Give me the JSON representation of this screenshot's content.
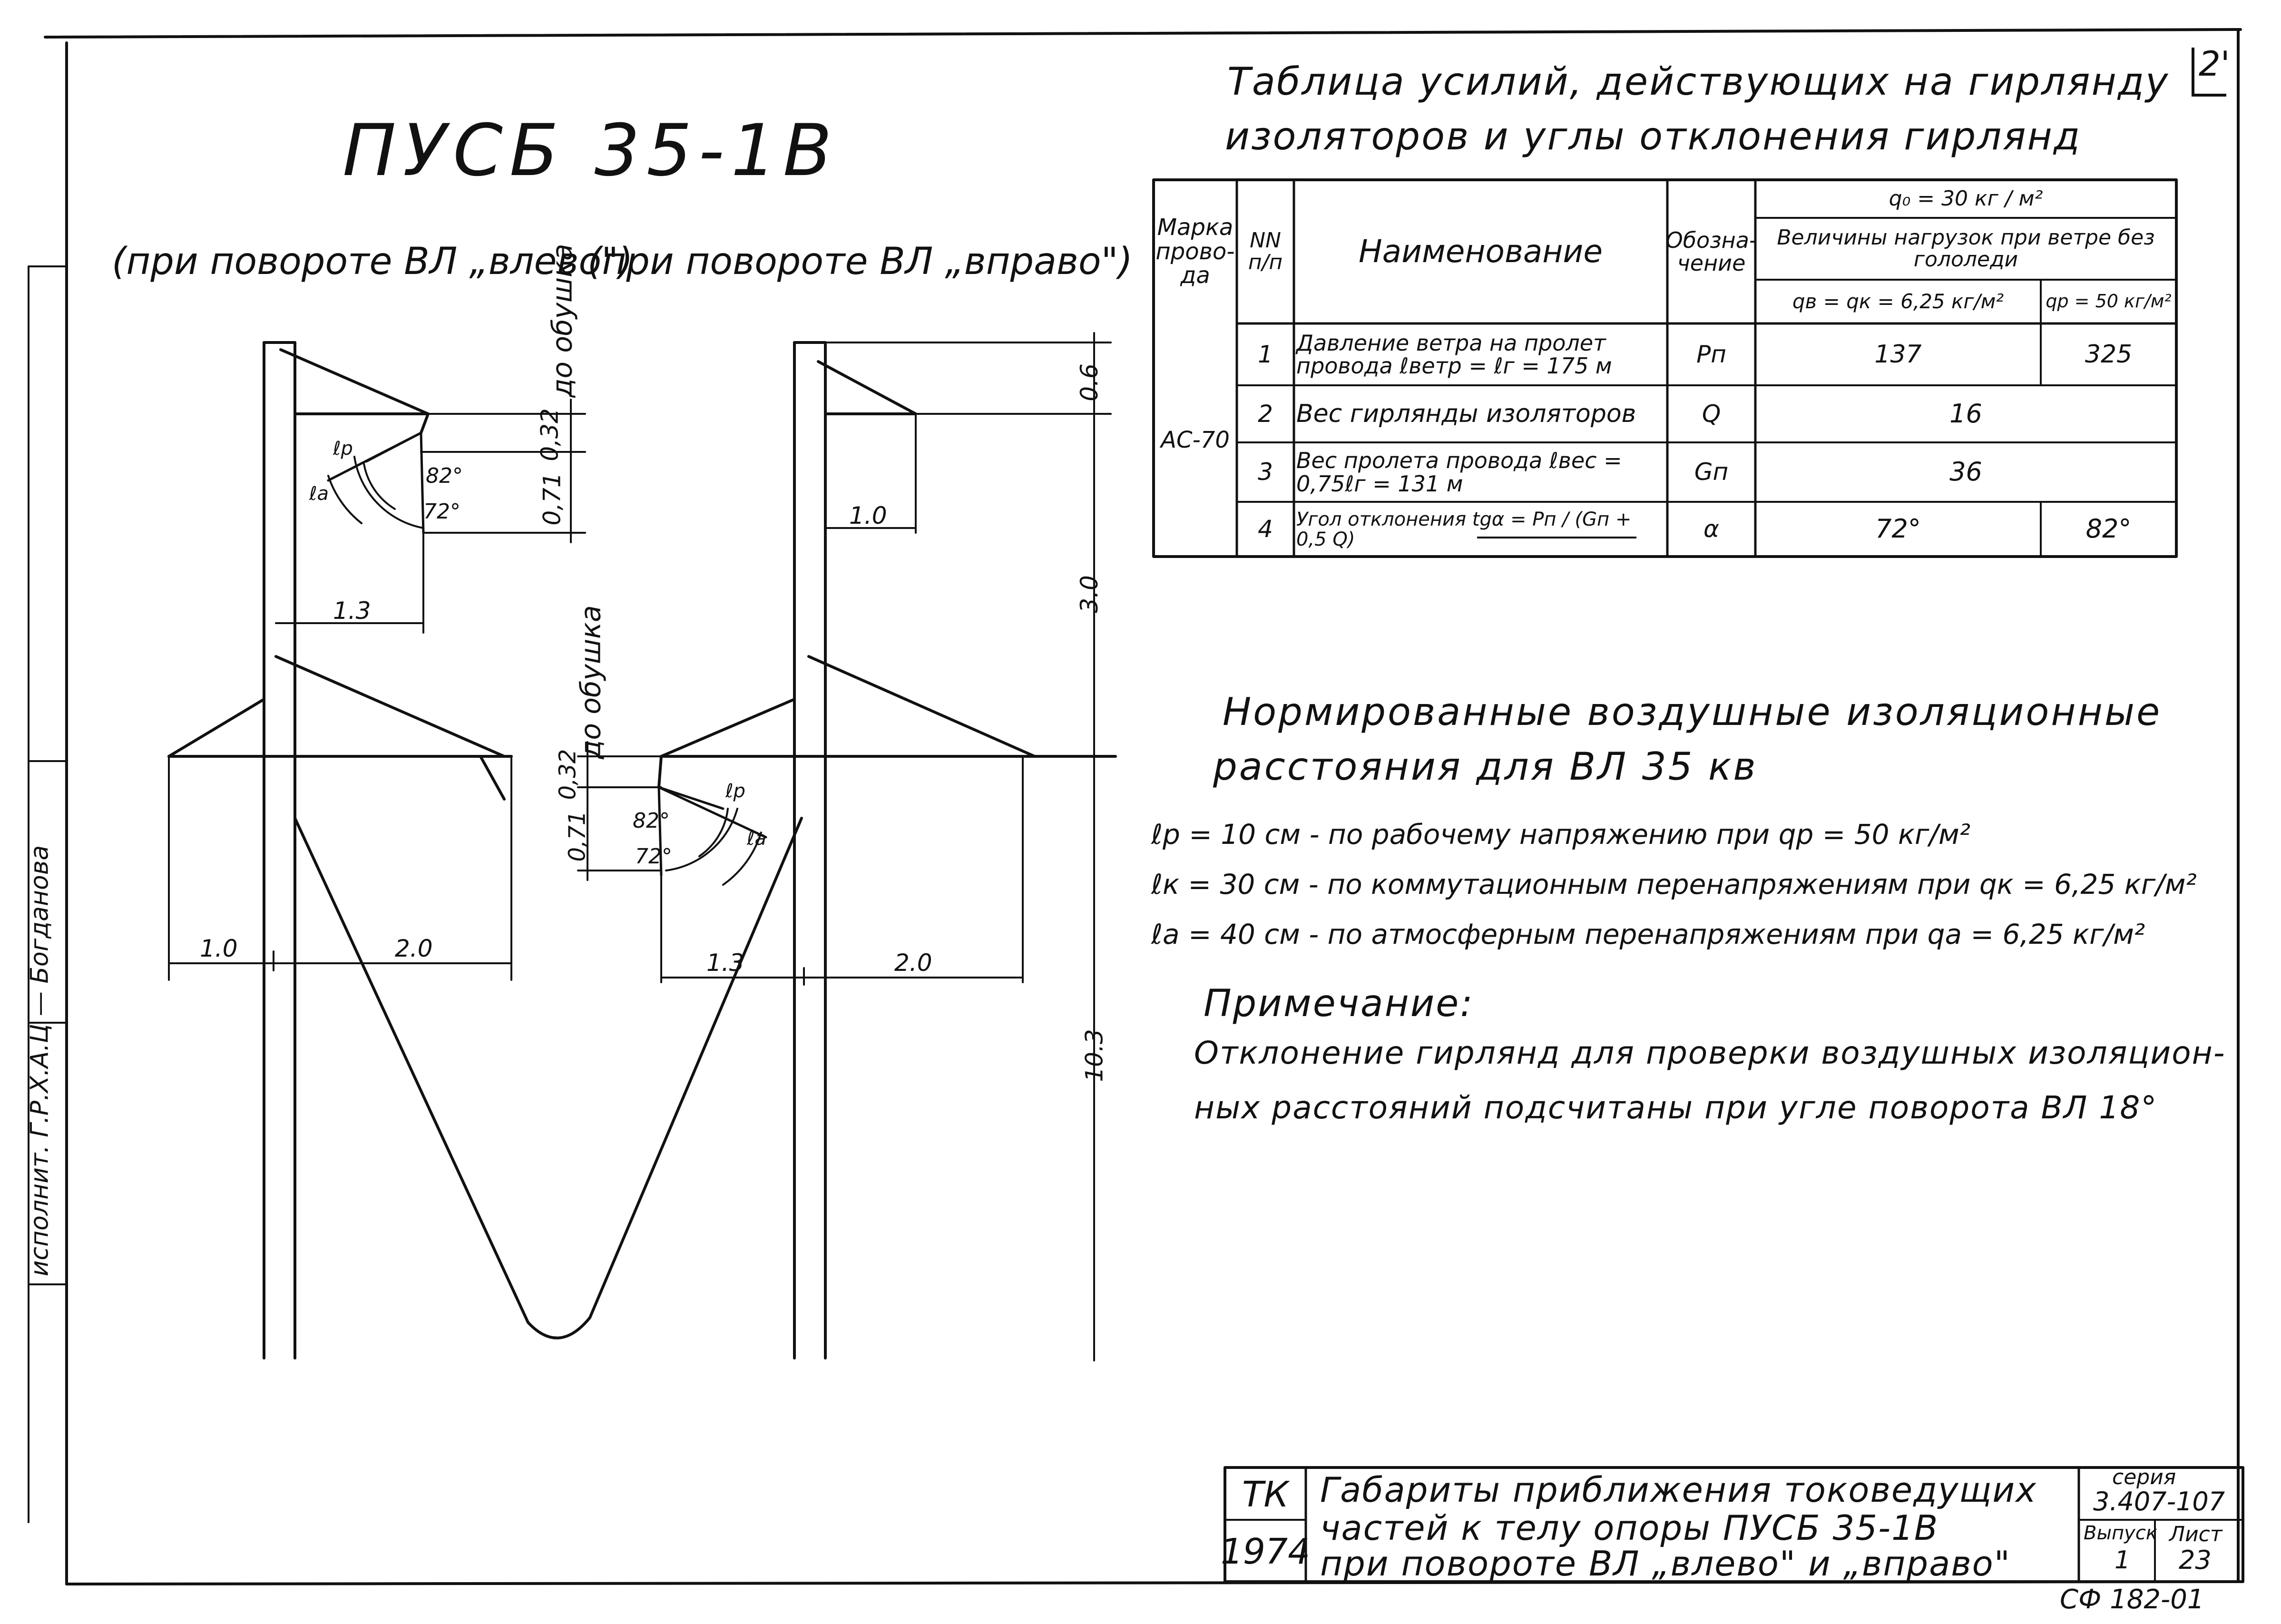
{
  "sheet_corner": "2'",
  "title": "ПУСБ 35-1В",
  "left_view_caption": "(при повороте ВЛ „влево\")",
  "right_view_caption": "(при повороте ВЛ „вправо\")",
  "drawing": {
    "left": {
      "dim_top": "0,32",
      "dim_top_note": "до обушка",
      "dim_angles_height": "0,71",
      "angle_1": "82°",
      "angle_2": "72°",
      "gap_p": "ℓр",
      "gap_a": "ℓа",
      "arm_length": "1.3",
      "base_left": "1.0",
      "base_right": "2.0"
    },
    "right": {
      "dim_top": "0.6",
      "crossarm": "1.0",
      "height_mid": "3.0",
      "dim_mid": "0,32",
      "dim_mid_note": "до обушка",
      "dim_angles_height": "0,71",
      "angle_1": "82°",
      "angle_2": "72°",
      "gap_p": "ℓр",
      "gap_a": "ℓа",
      "base_left": "1.3",
      "base_right": "2.0",
      "height_bottom": "10.3"
    }
  },
  "table": {
    "title_line1": "Таблица усилий, действующих на гирлянду",
    "title_line2": "изоляторов и углы отклонения гирлянд",
    "headers": {
      "mark": "Марка прово- да",
      "num": "NN п/п",
      "name": "Наименование",
      "designation": "Обозна- чение",
      "load_top": "q₀ = 30 кг / м²",
      "load_sub": "Величины нагрузок при ветре без гололеди",
      "col_a": "qв = qк = 6,25 кг/м²",
      "col_b": "qр = 50 кг/м²"
    },
    "wire_mark": "АС-70",
    "rows": [
      {
        "n": "1",
        "name": "Давление ветра на пролет провода ℓветр = ℓг = 175 м",
        "sym": "Pп",
        "a": "137",
        "b": "325"
      },
      {
        "n": "2",
        "name": "Вес гирлянды изоляторов",
        "sym": "Q",
        "merged": "16"
      },
      {
        "n": "3",
        "name": "Вес пролета провода ℓвес = 0,75ℓг = 131 м",
        "sym": "Gп",
        "merged": "36"
      },
      {
        "n": "4",
        "name": "Угол отклонения tgα = Pп / (Gп + 0,5 Q)",
        "sym": "α",
        "a": "72°",
        "b": "82°"
      }
    ]
  },
  "norms": {
    "heading_line1": "Нормированные воздушные изоляционные",
    "heading_line2": "расстояния для ВЛ 35 кв",
    "line1": "ℓр = 10 см - по рабочему напряжению при qр = 50 кг/м²",
    "line2": "ℓк = 30 см - по коммутационным перенапряжениям при qк = 6,25 кг/м²",
    "line3": "ℓа = 40 см - по атмосферным перенапряжениям при qа = 6,25 кг/м²"
  },
  "note": {
    "heading": "Примечание:",
    "line1": "Отклонение гирлянд для проверки воздушных изоляцион-",
    "line2": "ных расстояний подсчитаны при угле поворота ВЛ 18°"
  },
  "margin_text": "исполнит. Г.Р.Х.А.Ц — Богданова",
  "stamp": {
    "org": "ТК",
    "year": "1974",
    "title_line1": "Габариты приближения токоведущих",
    "title_line2": "частей к телу опоры ПУСБ 35-1В",
    "title_line3": "при повороте ВЛ „влево\" и „вправо\"",
    "series_label": "серия",
    "series_value": "3.407-107",
    "issue_label": "Выпуск",
    "issue_value": "1",
    "sheet_label": "Лист",
    "sheet_value": "23"
  },
  "doc_code": "СФ 182-01"
}
